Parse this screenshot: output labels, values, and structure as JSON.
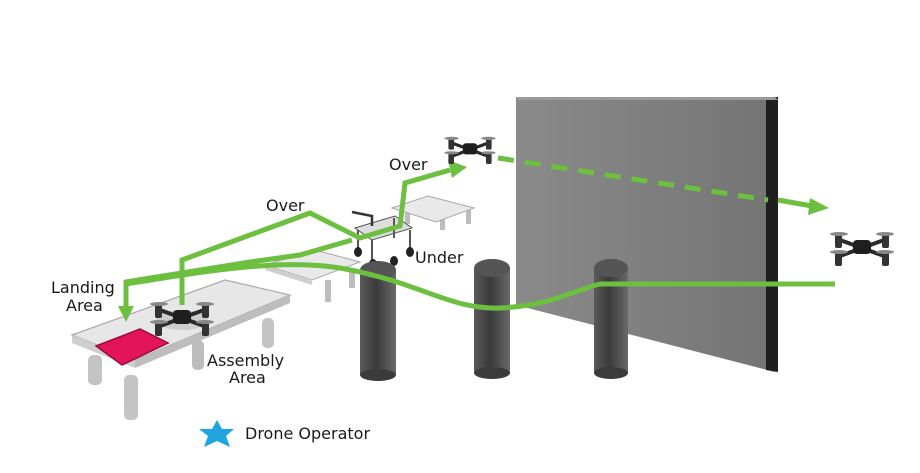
{
  "labels": {
    "landing_area_line1": "Landing",
    "landing_area_line2": "Area",
    "assembly_area_line1": "Assembly",
    "assembly_area_line2": "Area",
    "over_1": "Over",
    "over_2": "Over",
    "under": "Under"
  },
  "legend": {
    "icon": "star-icon",
    "text": "Drone Operator"
  },
  "colors": {
    "path_green": "#6cbf3f",
    "wall_face": "#7b7b7b",
    "wall_edge": "#1f1f1f",
    "landing_pad": "#e2145a",
    "operator_star": "#1fa4dd",
    "table_top": "#e6e6e6",
    "pillar": "#4a4a4a"
  }
}
